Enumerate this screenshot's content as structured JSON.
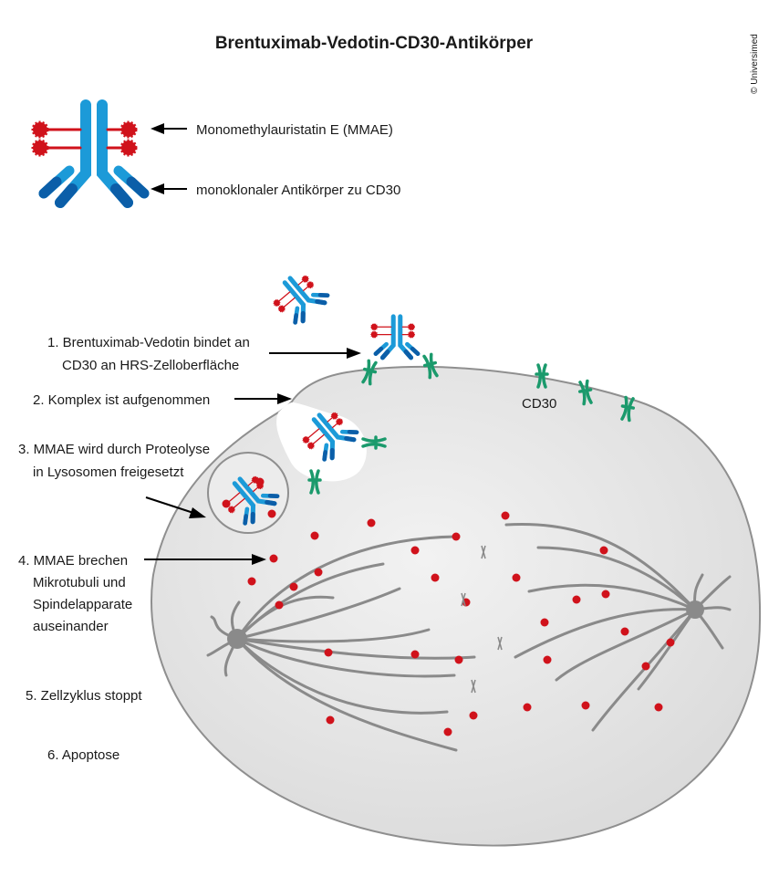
{
  "title": "Brentuximab-Vedotin-CD30-Antikörper",
  "copyright": "© Universimed",
  "legend": {
    "drug_label": "Monomethylauristatin E (MMAE)",
    "antibody_label": "monoklonaler Antikörper zu CD30"
  },
  "steps": {
    "s1_line1": "1. Brentuximab-Vedotin bindet an",
    "s1_line2": "CD30 an HRS-Zelloberfläche",
    "s2": "2. Komplex ist aufgenommen",
    "s3_line1": "3. MMAE wird durch Proteolyse",
    "s3_line2": "in Lysosomen freigesetzt",
    "s4_line1": "4. MMAE brechen",
    "s4_line2": "Mikrotubuli und",
    "s4_line3": "Spindelapparate",
    "s4_line4": "auseinander",
    "s5": "5. Zellzyklus stoppt",
    "s6": "6. Apoptose"
  },
  "cd30_label": "CD30",
  "colors": {
    "antibody_light": "#1c9ad8",
    "antibody_dark": "#0b5ea8",
    "mmae": "#d0121b",
    "cd30": "#1b9a6c",
    "cell": "#e6e6e6",
    "microtubule": "#8a8a8a"
  }
}
